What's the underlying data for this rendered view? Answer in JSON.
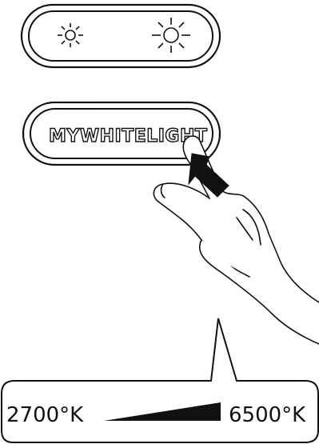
{
  "device": {
    "top_panel": {
      "dim_icon": "small-sun-icon",
      "bright_icon": "large-sun-icon"
    },
    "button_label": "MYWHITELIGHT",
    "gesture_icon": "hand-pressing-icon",
    "press_arrow_icon": "arrow-up-left-icon"
  },
  "color_temperature": {
    "min_label": "2700°K",
    "max_label": "6500°K"
  }
}
